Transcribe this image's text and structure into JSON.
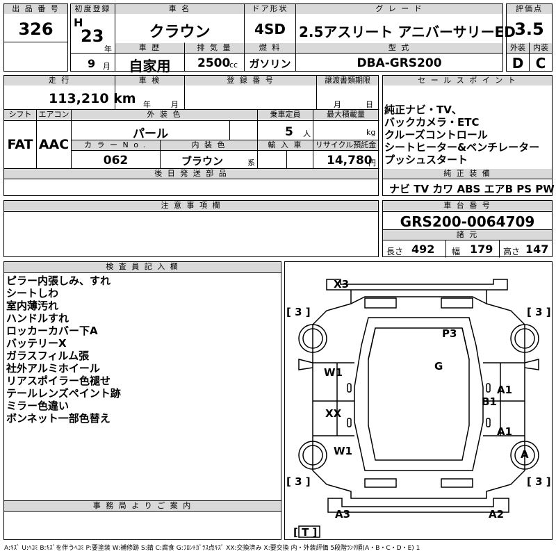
{
  "headers": {
    "lot_no": "出 品 番 号",
    "first_reg": "初度登録",
    "model_name": "車 名",
    "door": "ドア形状",
    "grade": "グ レ ー ド",
    "score": "評価点",
    "history": "車 歴",
    "displacement": "排 気 量",
    "fuel": "燃 料",
    "model_code": "型 式",
    "exterior": "外装",
    "interior": "内装",
    "mileage": "走 行",
    "inspection": "車 検",
    "reg_no": "登 録 番 号",
    "transfer_deadline": "譲渡書類期限",
    "sales_points": "セ ー ル ス ポ イ ン ト",
    "shift": "シフト",
    "aircon": "エアコン",
    "ext_color": "外 装 色",
    "capacity": "乗車定員",
    "max_load": "最大積載量",
    "color_no": "カ ラ ー N o .",
    "int_color": "内 装 色",
    "import": "輸 入 車",
    "recycle": "リサイクル預託金",
    "later_parts": "後 日 発 送 部 品",
    "genuine_equipment": "純 正 装 備",
    "caution": "注 意 事 項 欄",
    "chassis_no": "車 台 番 号",
    "specs": "諸 元",
    "inspector": "検 査 員 記 入 欄",
    "office": "事 務 局 よ り ご 案 内"
  },
  "vehicle": {
    "lot_no": "326",
    "era": "H",
    "year": "23",
    "year_unit": "年",
    "month": "9",
    "month_unit": "月",
    "name": "クラウン",
    "door": "4SD",
    "grade": "2.5アスリート アニバーサリーED",
    "score": "3.5",
    "history": "自家用",
    "displacement": "2500",
    "displacement_unit": "cc",
    "fuel": "ガソリン",
    "model_code": "DBA-GRS200",
    "exterior_grade": "D",
    "interior_grade": "C",
    "mileage": "113,210 km",
    "insp_year_unit": "年",
    "insp_month_unit": "月",
    "deadline_month_unit": "月",
    "deadline_day_unit": "日",
    "shift": "FAT",
    "aircon": "AAC",
    "ext_color": "パール",
    "capacity": "5",
    "capacity_unit": "人",
    "max_load_unit": "kg",
    "color_no": "062",
    "int_color": "ブラウン",
    "int_color_suffix": "系",
    "recycle": "14,780",
    "recycle_unit": "円",
    "chassis_no": "GRS200-0064709",
    "length_label": "長さ",
    "length": "492",
    "width_label": "幅",
    "width": "179",
    "height_label": "高さ",
    "height": "147"
  },
  "sales_points": [
    "純正ナビ・TV、",
    "バックカメラ・ETC",
    "クルーズコントロール",
    "シートヒーター&ベンチレーター",
    "プッシュスタート"
  ],
  "equipment": "ナビ TV カワ ABS エアB PS PW",
  "inspector_notes": [
    "ピラー内張しみ、すれ",
    "シートしわ",
    "室内薄汚れ",
    "ハンドルすれ",
    "ロッカーカバー下A",
    "バッテリーX",
    "ガラスフィルム張",
    "社外アルミホイール",
    "リアスポイラー色褪せ",
    "テールレンズペイント跡",
    "ミラー色違い",
    "ボンネット一部色替え"
  ],
  "damage": {
    "x3": "X3",
    "p3": "P3",
    "g": "G",
    "w1_front": "W1",
    "xx": "XX",
    "w1_rear": "W1",
    "a1_upper": "A1",
    "b1": "B1",
    "a1_lower": "A1",
    "a_wheel": "A",
    "a3": "A3",
    "a2": "A2",
    "tire_fl": "[ 3 ]",
    "tire_fr": "[ 3 ]",
    "tire_rl": "[ 3 ]",
    "tire_rr": "[ 3 ]",
    "spare": "[ T ]"
  },
  "legend": "A:ｷｽﾞ U:ﾍｺﾐ B:ｷｽﾞを伴うﾍｺﾐ P:要塗装 W:補修跡 S:錆 C:腐食 G:ﾌﾛﾝﾄｶﾞﾗｽ点ｷｽﾞ XX:交換済み X:要交換 内・外装評価 5段階ﾗﾝｸ順(A・B・C・D・E) 1",
  "colors": {
    "header_bg": "#d9d9d9",
    "line": "#000000"
  }
}
